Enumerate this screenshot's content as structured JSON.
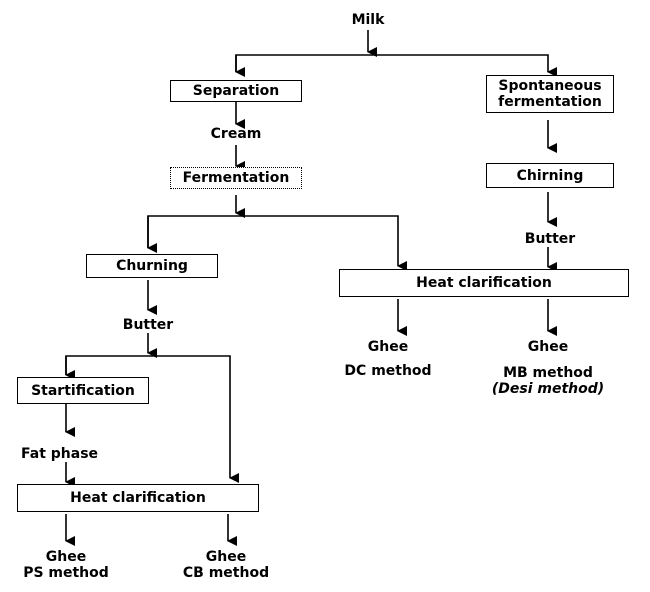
{
  "nodes": {
    "milk": "Milk",
    "separation": "Separation",
    "cream": "Cream",
    "fermentation": "Fermentation",
    "spontaneous_fermentation": "Spontaneous fermentation",
    "chirning": "Chirning",
    "butter_right": "Butter",
    "churning": "Churning",
    "butter_left": "Butter",
    "heat_clarification_right": "Heat clarification",
    "startification": "Startification",
    "fat_phase": "Fat phase",
    "heat_clarification_left": "Heat clarification"
  },
  "outputs": {
    "ghee_dc": "Ghee",
    "dc_method": "DC method",
    "ghee_mb": "Ghee",
    "mb_method": "MB method",
    "desi_method": "(Desi method)",
    "ghee_ps": "Ghee",
    "ps_method": "PS method",
    "ghee_cb": "Ghee",
    "cb_method": "CB method"
  }
}
